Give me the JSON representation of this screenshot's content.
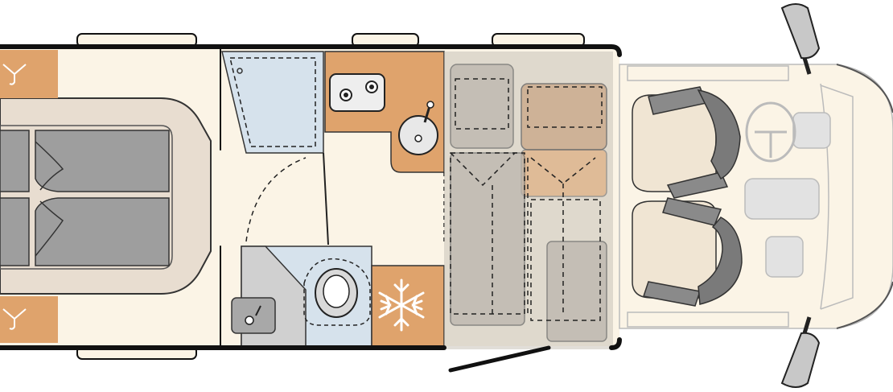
{
  "diagram": {
    "kind": "motorhome-floor-plan",
    "printed_text": [],
    "colors": {
      "floor": "#fbf4e6",
      "wall": "#111111",
      "wood": "#dfa36c",
      "bathroom": "#d6e2ec",
      "upholstery": "#9e9e9e",
      "upholstery_dark": "#7a7a7a",
      "headboard": "#e8ddd0",
      "seat": "#f0e5d3",
      "seat_frame": "#8a8a8a",
      "cab_gray": "#dcdcdc",
      "cab_outline": "#bbbbbb",
      "transparent_bed": "#b9b3ab",
      "dashed": "#222222",
      "snowflake": "#ffffff"
    },
    "areas": [
      {
        "name": "rear-bedroom"
      },
      {
        "name": "wardrobe"
      },
      {
        "name": "kitchen"
      },
      {
        "name": "bathroom"
      },
      {
        "name": "refrigerator"
      },
      {
        "name": "dinette"
      },
      {
        "name": "driver-cab"
      }
    ],
    "icons": [
      "snowflake-icon",
      "wash-basin-icon",
      "toilet-icon",
      "hob-icon",
      "sink-icon",
      "steering-wheel-icon",
      "mirror-icon"
    ]
  }
}
